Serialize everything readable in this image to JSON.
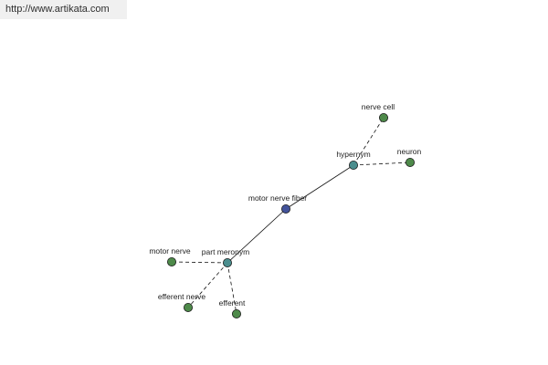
{
  "source": {
    "url": "http://www.artikata.com"
  },
  "colors": {
    "center_node": "#43539a",
    "relation_node": "#4a8d8d",
    "term_node": "#4e8a4a",
    "edge": "#111111",
    "label": "#222222"
  },
  "graph": {
    "nodes": [
      {
        "id": "motor-nerve-fiber",
        "label": "motor nerve fiber",
        "kind": "center"
      },
      {
        "id": "hypernym",
        "label": "hypernym",
        "kind": "relation"
      },
      {
        "id": "part-meronym",
        "label": "part meronym",
        "kind": "relation"
      },
      {
        "id": "nerve-cell",
        "label": "nerve cell",
        "kind": "term"
      },
      {
        "id": "neuron",
        "label": "neuron",
        "kind": "term"
      },
      {
        "id": "motor-nerve",
        "label": "motor nerve",
        "kind": "term"
      },
      {
        "id": "efferent-nerve",
        "label": "efferent nerve",
        "kind": "term"
      },
      {
        "id": "efferent",
        "label": "efferent",
        "kind": "term"
      }
    ],
    "edges": [
      {
        "from": "motor-nerve-fiber",
        "to": "hypernym",
        "style": "solid"
      },
      {
        "from": "motor-nerve-fiber",
        "to": "part-meronym",
        "style": "solid"
      },
      {
        "from": "hypernym",
        "to": "nerve-cell",
        "style": "dashed"
      },
      {
        "from": "hypernym",
        "to": "neuron",
        "style": "dashed"
      },
      {
        "from": "part-meronym",
        "to": "motor-nerve",
        "style": "dashed"
      },
      {
        "from": "part-meronym",
        "to": "efferent-nerve",
        "style": "dashed"
      },
      {
        "from": "part-meronym",
        "to": "efferent",
        "style": "dashed"
      }
    ]
  }
}
